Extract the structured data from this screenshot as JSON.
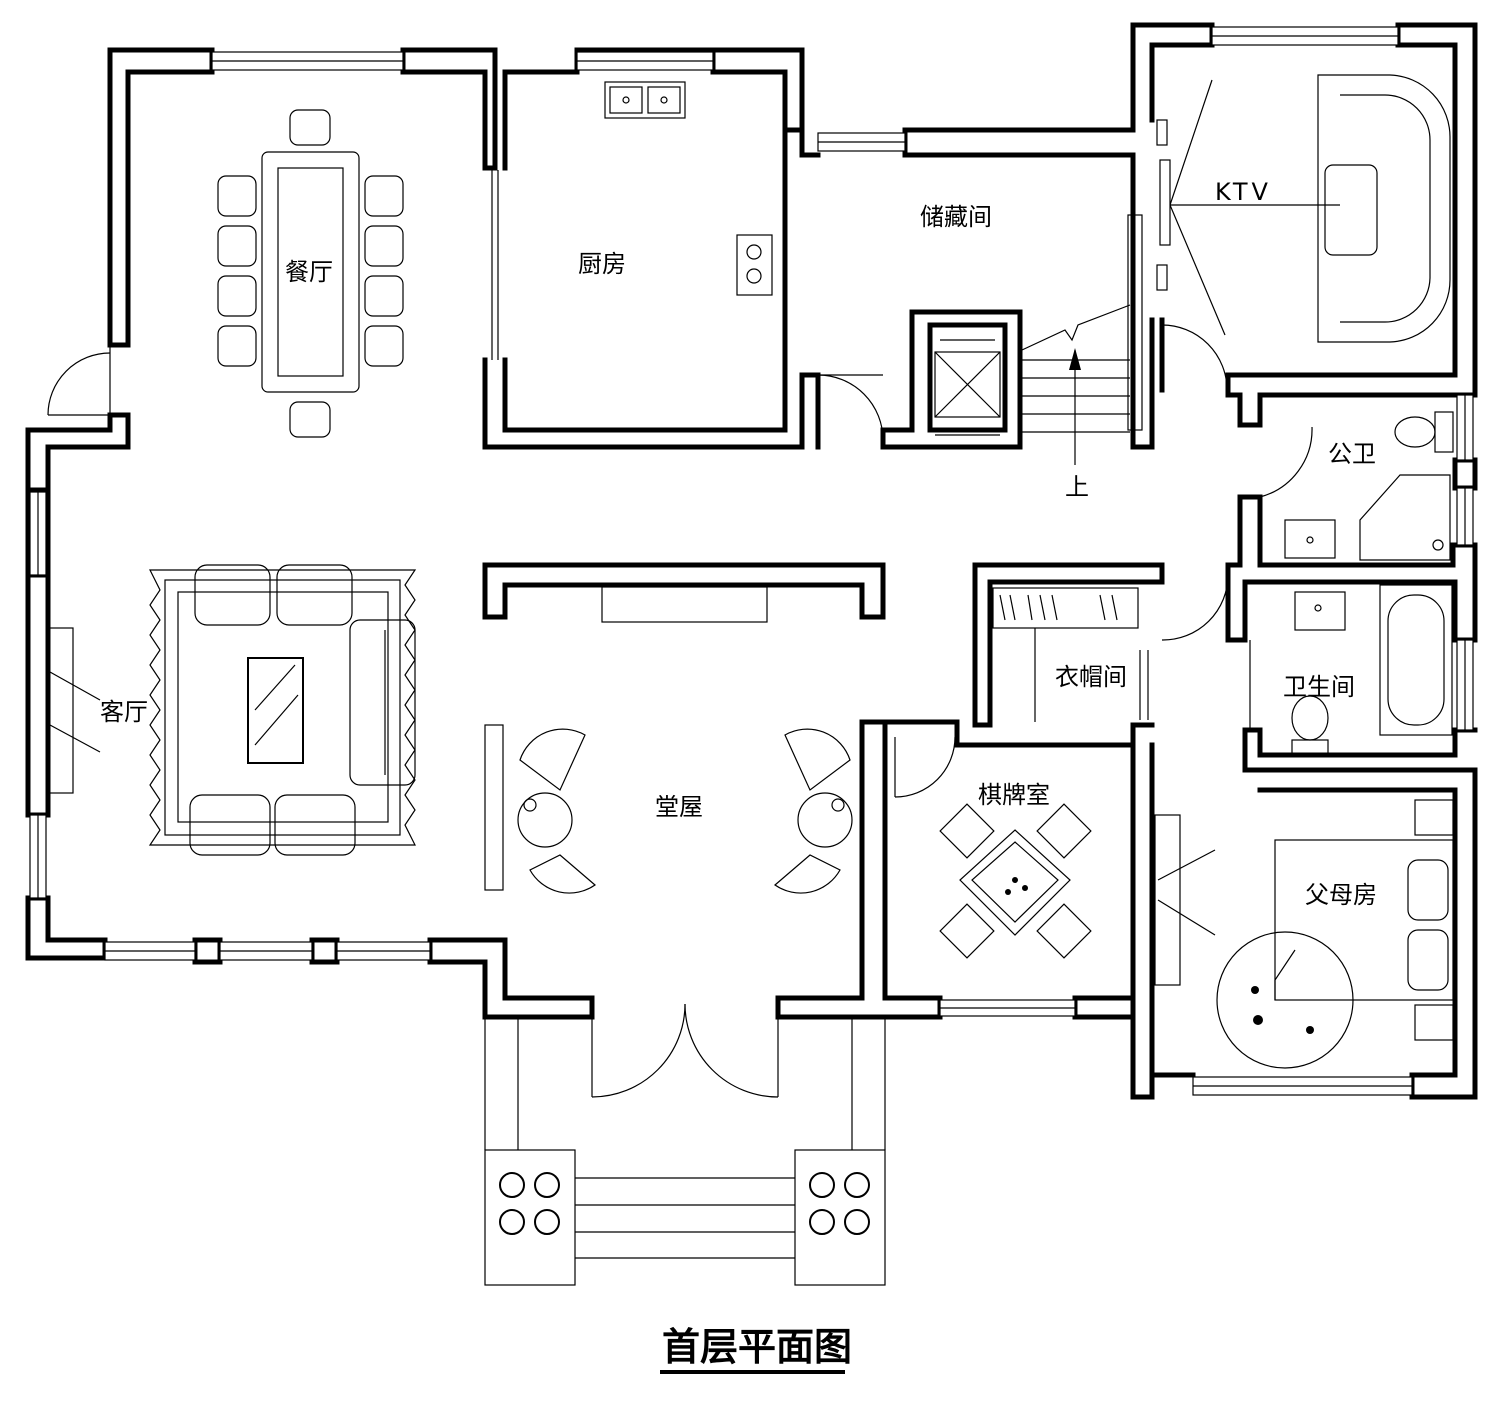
{
  "title": "首层平面图",
  "rooms": {
    "dining": "餐厅",
    "kitchen": "厨房",
    "storage": "储藏间",
    "ktv": "KTV",
    "public_wc": "公卫",
    "living": "客厅",
    "hall": "堂屋",
    "cloakroom": "衣帽间",
    "bathroom": "卫生间",
    "chess_room": "棋牌室",
    "parents_room": "父母房",
    "stairs_up": "上"
  }
}
